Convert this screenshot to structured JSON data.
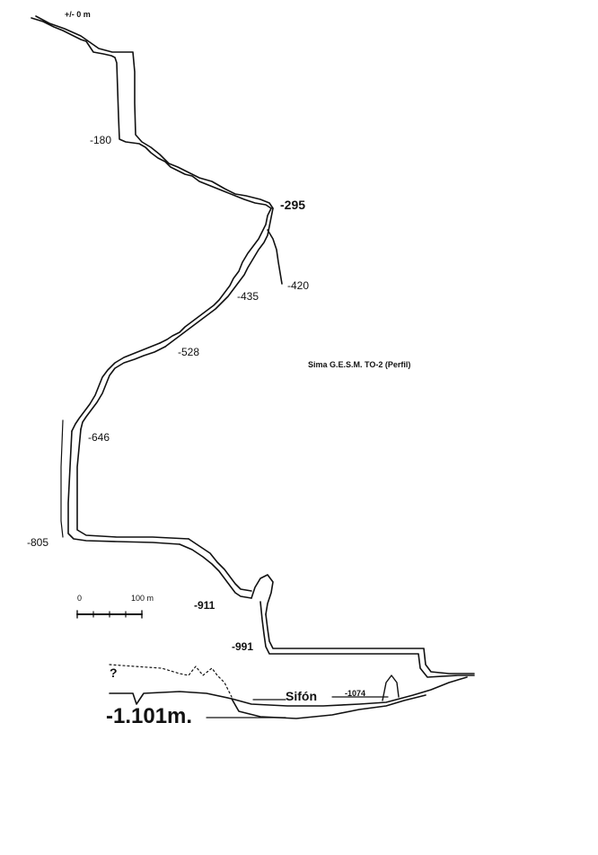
{
  "title": "Sima G.E.S.M. TO-2 (Perfil)",
  "depth_labels": {
    "surface": "+/- 0 m",
    "d180": "-180",
    "d295": "-295",
    "d420": "-420",
    "d435": "-435",
    "d528": "-528",
    "d646": "-646",
    "d805": "-805",
    "d911": "-911",
    "d991": "-991",
    "d1074": "-1074",
    "total": "-1.101m."
  },
  "sump_label": "Sifón",
  "unknown_mark": "?",
  "scale_bar": {
    "start": "0",
    "end": "100 m"
  },
  "colors": {
    "ink": "#111111",
    "paper": "#ffffff"
  }
}
